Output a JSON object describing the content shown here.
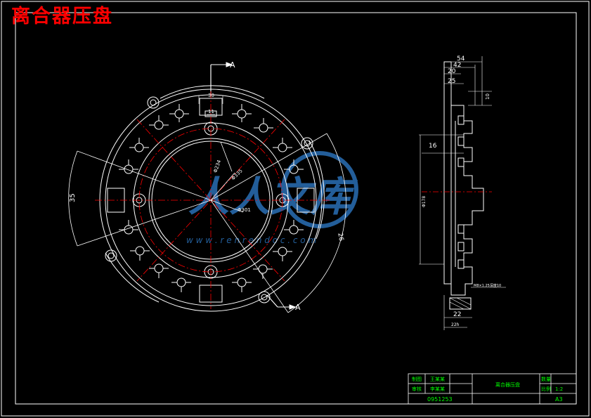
{
  "title": "离合器压盘",
  "section": {
    "label_top": "A",
    "label_bottom": "A"
  },
  "front_view": {
    "dims": {
      "d30": "30",
      "d11": "11",
      "d234": "Φ234",
      "d335": "Φ335",
      "d301": "Φ301",
      "d35": "35",
      "d26": "26"
    }
  },
  "side_view": {
    "dims": {
      "d54": "54",
      "d42": "42",
      "d20": "20",
      "d25": "25",
      "d10": "10",
      "d16": "16",
      "d178": "Φ178",
      "d22": "22",
      "d28": "22h",
      "note": "M8×1.25深度10"
    }
  },
  "watermark": {
    "text": "人人文库",
    "url": "w w w . r e n r e n d o c . c o m"
  },
  "title_block": {
    "designer_role": "制图",
    "designer_name": "王某某",
    "checker_role": "审核",
    "checker_name": "李某某",
    "part_name": "离合器压盘",
    "qty_label": "数量",
    "scale_label": "比例",
    "scale_value": "1:2",
    "drawing_no": "0951253",
    "sheet_size": "A3"
  },
  "colors": {
    "frame": "#ffffff",
    "outline": "#ffffff",
    "centerline": "#ff0000",
    "title": "#ff0000",
    "green_text": "#00ff00",
    "watermark": "#2a6fb5"
  }
}
